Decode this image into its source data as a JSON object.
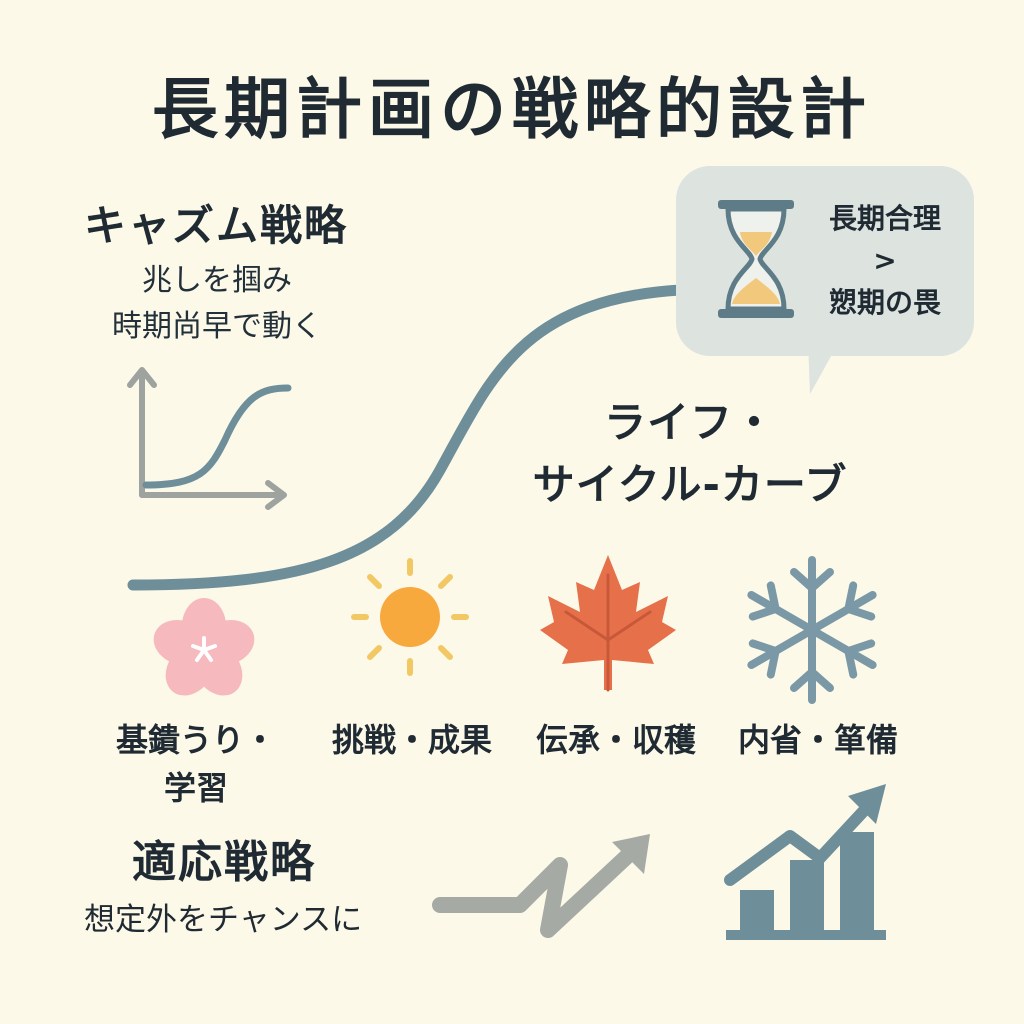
{
  "title": "長期計画の戦略的設計",
  "chasm": {
    "heading": "キャズム戦略",
    "desc_lines": [
      "兆しを掴み",
      "時期尚早で動く"
    ]
  },
  "bubble": {
    "lines": [
      "長期合理",
      ">",
      "愬期の畏"
    ],
    "icon": "hourglass-icon"
  },
  "lifecycle": {
    "heading_lines": [
      "ライフ・",
      "サイクル-カーブ"
    ]
  },
  "seasons": [
    {
      "icon": "cherry-blossom-icon",
      "lines": [
        "基鐀うり・",
        "学習"
      ]
    },
    {
      "icon": "sun-icon",
      "lines": [
        "挑戦・成果"
      ]
    },
    {
      "icon": "maple-leaf-icon",
      "lines": [
        "伝承・収穫"
      ]
    },
    {
      "icon": "snowflake-icon",
      "lines": [
        "内省・箪備"
      ]
    }
  ],
  "adaptive": {
    "heading": "適応戦略",
    "desc": "想定外をチャンスに",
    "icons": [
      "zigzag-arrow-icon",
      "bar-chart-growth-icon"
    ]
  },
  "colors": {
    "background": "#FCF9E9",
    "text": "#1F2A33",
    "curve": "#6E8E9A",
    "axis": "#9EA3A0",
    "bubble": "#DDE3DF",
    "sakura": "#F6B9BE",
    "sun": "#F7A93E",
    "sun_rays": "#F2C865",
    "maple": "#E6704A",
    "snow": "#7A98A6",
    "sand": "#F2C97C"
  }
}
